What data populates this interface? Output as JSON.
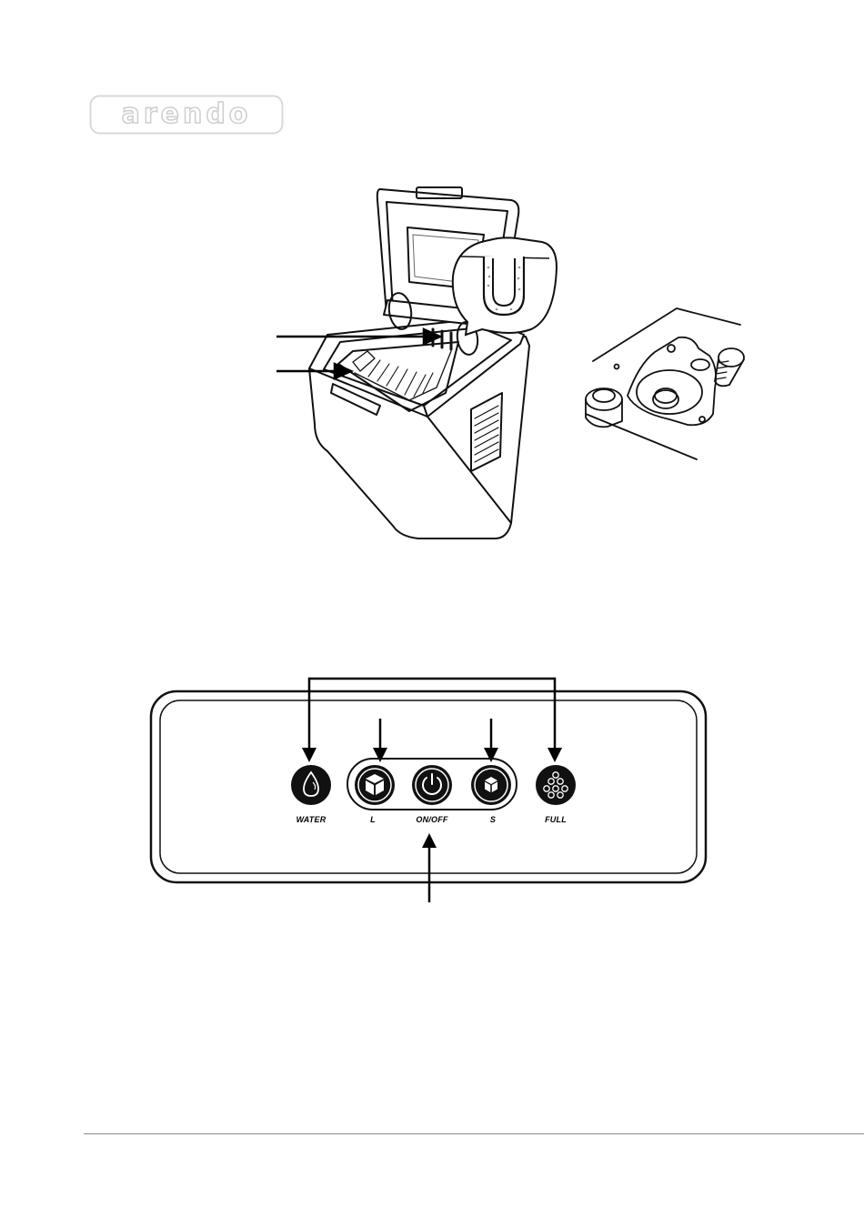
{
  "logo": {
    "text": "arendo",
    "color": "#d8d8d8"
  },
  "control_panel": {
    "buttons": [
      {
        "id": "water",
        "label": "WATER",
        "icon": "water-drop-icon"
      },
      {
        "id": "large",
        "label": "L",
        "icon": "ice-cube-icon"
      },
      {
        "id": "power",
        "label": "ON/OFF",
        "icon": "power-icon"
      },
      {
        "id": "small",
        "label": "S",
        "icon": "ice-cube-icon"
      },
      {
        "id": "full",
        "label": "FULL",
        "icon": "ice-cubes-full-icon"
      }
    ]
  },
  "colors": {
    "line": "#000000",
    "footer_rule": "#8a8a8a"
  }
}
